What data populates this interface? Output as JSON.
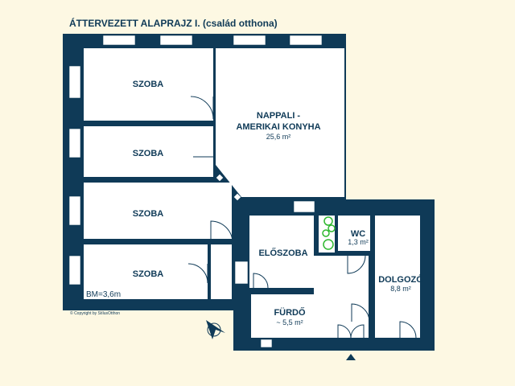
{
  "title": "ÁTTERVEZETT ALAPRAJZ I. (család otthona)",
  "rooms": [
    {
      "name": "SZOBA",
      "area": ""
    },
    {
      "name": "SZOBA",
      "area": ""
    },
    {
      "name": "SZOBA",
      "area": ""
    },
    {
      "name": "SZOBA",
      "area": ""
    },
    {
      "name_line1": "NAPPALI -",
      "name_line2": "AMERIKAI KONYHA",
      "area": "25,6 m²"
    },
    {
      "name": "ELŐSZOBA",
      "area": ""
    },
    {
      "name": "WC",
      "area": "1,3 m²"
    },
    {
      "name": "DOLGOZÓ",
      "area": "8,8 m²"
    },
    {
      "name": "FÜRDŐ",
      "area": "~ 5,5 m²"
    }
  ],
  "ceiling_height": "BM=3,6m",
  "copyright": "© Copyright by StílusOtthon",
  "colors": {
    "wall": "#0f3a57",
    "background": "#fdf8e3",
    "plant": "#2eb82e"
  }
}
